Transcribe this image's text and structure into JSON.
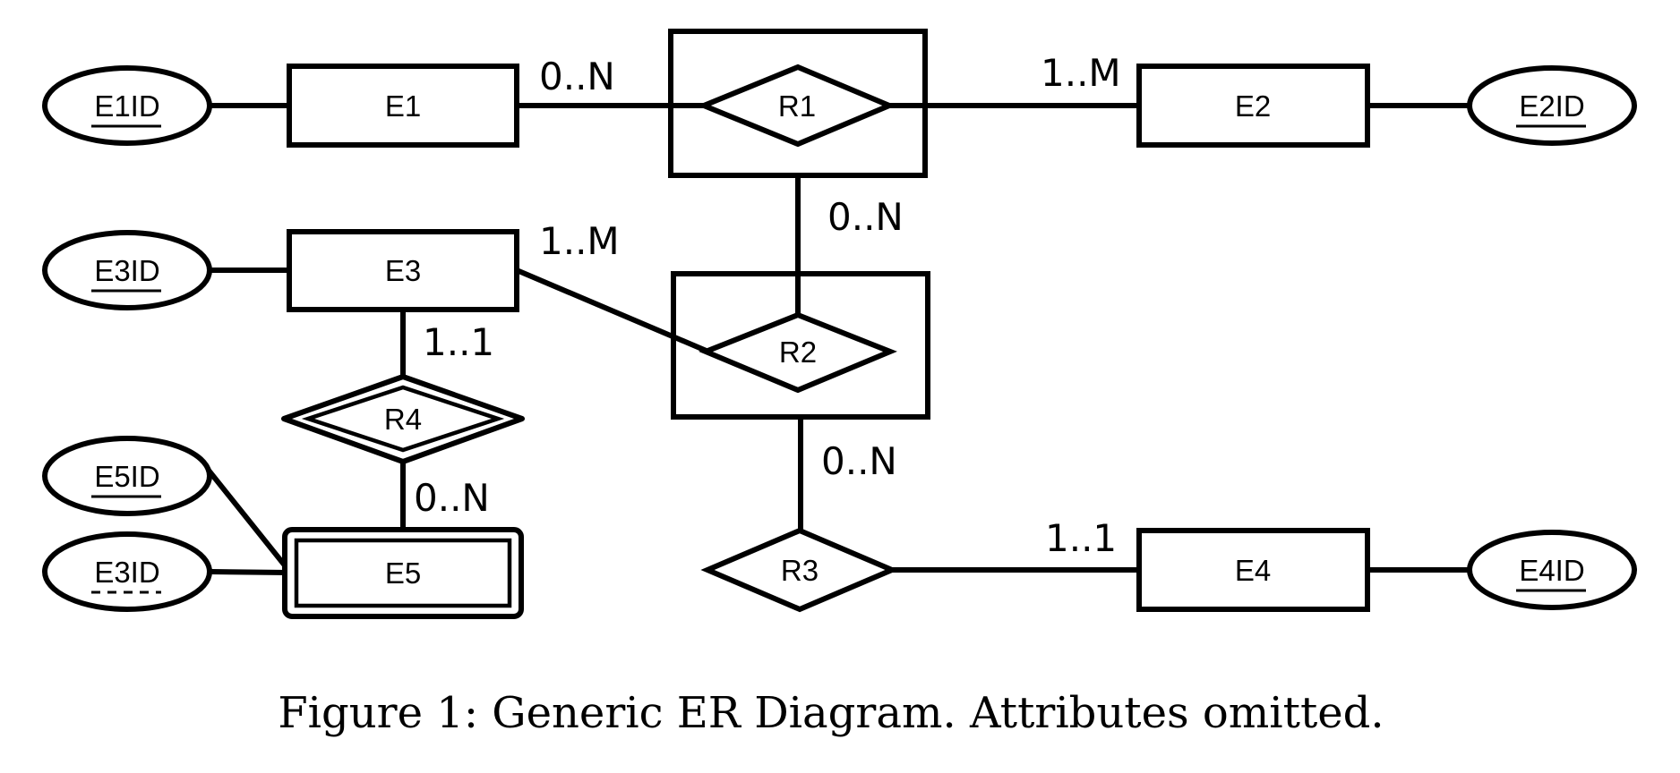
{
  "diagram": {
    "entities": [
      {
        "id": "E1",
        "label": "E1",
        "weak": false
      },
      {
        "id": "E2",
        "label": "E2",
        "weak": false
      },
      {
        "id": "E3",
        "label": "E3",
        "weak": false
      },
      {
        "id": "E4",
        "label": "E4",
        "weak": false
      },
      {
        "id": "E5",
        "label": "E5",
        "weak": true
      }
    ],
    "relationships": [
      {
        "id": "R1",
        "label": "R1",
        "aggregated": true,
        "identifying": false
      },
      {
        "id": "R2",
        "label": "R2",
        "aggregated": true,
        "identifying": false
      },
      {
        "id": "R3",
        "label": "R3",
        "aggregated": false,
        "identifying": false
      },
      {
        "id": "R4",
        "label": "R4",
        "aggregated": false,
        "identifying": true
      }
    ],
    "attributes": [
      {
        "id": "E1ID",
        "label": "E1ID",
        "of": "E1",
        "key": "primary"
      },
      {
        "id": "E2ID",
        "label": "E2ID",
        "of": "E2",
        "key": "primary"
      },
      {
        "id": "E3ID",
        "label": "E3ID",
        "of": "E3",
        "key": "primary"
      },
      {
        "id": "E4ID",
        "label": "E4ID",
        "of": "E4",
        "key": "primary"
      },
      {
        "id": "E5ID",
        "label": "E5ID",
        "of": "E5",
        "key": "primary"
      },
      {
        "id": "E5-E3ID",
        "label": "E3ID",
        "of": "E5",
        "key": "partial"
      }
    ],
    "connections": [
      {
        "from": "E1",
        "to": "R1",
        "cardinality": "0..N"
      },
      {
        "from": "E2",
        "to": "R1",
        "cardinality": "1..M"
      },
      {
        "from": "R1",
        "to": "R2",
        "cardinality": "0..N"
      },
      {
        "from": "E3",
        "to": "R2",
        "cardinality": "1..M"
      },
      {
        "from": "R2",
        "to": "R3",
        "cardinality": "0..N"
      },
      {
        "from": "E4",
        "to": "R3",
        "cardinality": "1..1"
      },
      {
        "from": "E3",
        "to": "R4",
        "cardinality": "1..1"
      },
      {
        "from": "E5",
        "to": "R4",
        "cardinality": "0..N"
      }
    ]
  },
  "caption": "Figure 1: Generic ER Diagram. Attributes omitted.",
  "colors": {
    "stroke": "#000000",
    "background": "#ffffff"
  }
}
